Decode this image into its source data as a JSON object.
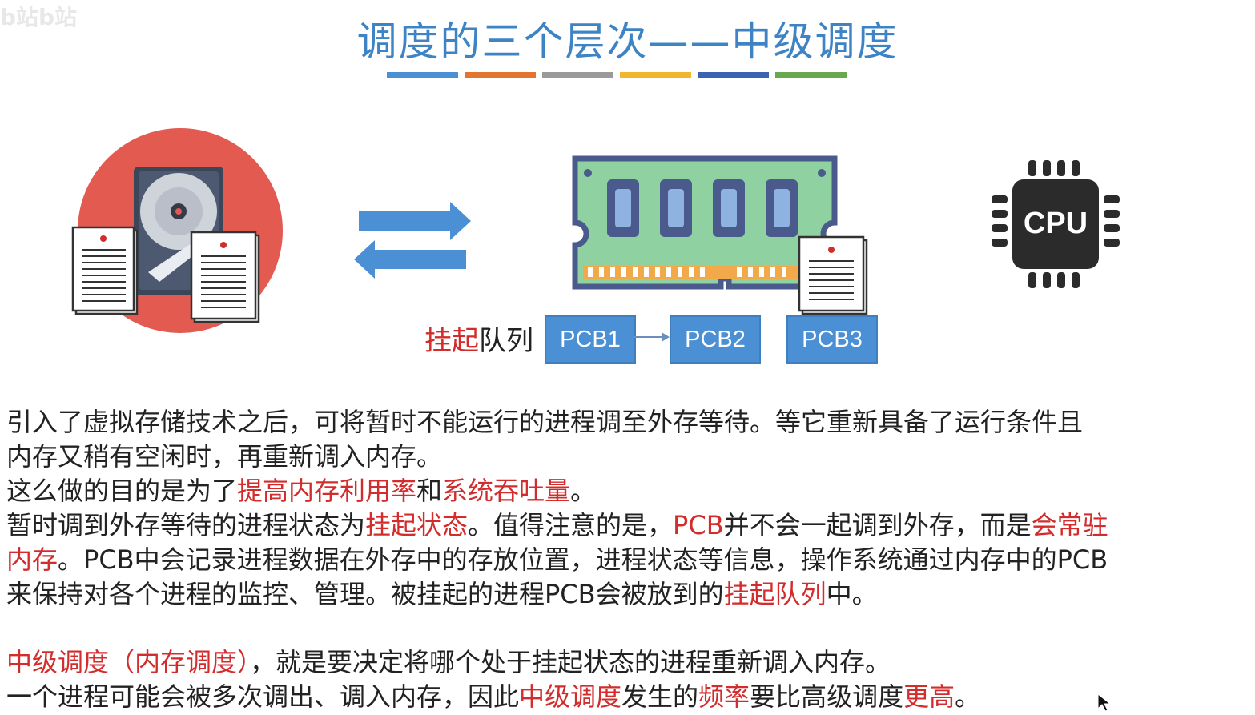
{
  "logo_text": "b站b站",
  "title": "调度的三个层次——中级调度",
  "title_bar_colors": [
    "#4b8fd4",
    "#e2762f",
    "#9a9a9a",
    "#f2b52c",
    "#3c63b3",
    "#6aa84f"
  ],
  "colors": {
    "accent_red": "#d22c2c",
    "title_blue": "#3e84c5",
    "pcb_blue": "#4b8fd4"
  },
  "illustration": {
    "left_icon": "hard-disk-icon",
    "arrows_icon": "swap-arrows-icon",
    "middle_icon": "memory-module-icon",
    "right_icon": "cpu-chip-icon",
    "cpu_label": "CPU",
    "queue_label_red": "挂起",
    "queue_label_rest": "队列",
    "pcbs": [
      "PCB1",
      "PCB2",
      "PCB3"
    ]
  },
  "paragraphs": {
    "p1_line1": "引入了虚拟存储技术之后，可将暂时不能运行的进程调至外存等待。等它重新具备了运行条件且",
    "p1_line2": "内存又稍有空闲时，再重新调入内存。",
    "p2": {
      "a": "这么做的目的是为了",
      "b_red": "提高内存利用率",
      "c": "和",
      "d_red": "系统吞吐量",
      "e": "。"
    },
    "p3_line1": {
      "a": "暂时调到外存等待的进程状态为",
      "b_red": "挂起状态",
      "c": "。值得注意的是，",
      "d_red": "PCB",
      "e": "并不会一起调到外存，而是",
      "f_red": "会常驻"
    },
    "p3_line2": {
      "a_red": "内存",
      "b": "。PCB中会记录进程数据在外存中的存放位置，进程状态等信息，操作系统通过内存中的PCB"
    },
    "p3_line3": {
      "a": "来保持对各个进程的监控、管理。被挂起的进程PCB会被放到的",
      "b_red": "挂起队列",
      "c": "中。"
    },
    "p4_line1": {
      "a_red": "中级调度（内存调度）",
      "b": "，就是要决定将哪个处于挂起状态的进程重新调入内存。"
    },
    "p4_line2": {
      "a": "一个进程可能会被多次调出、调入内存，因此",
      "b_red": "中级调度",
      "c": "发生的",
      "d_red": "频率",
      "e": "要比高级调度",
      "f_red": "更高",
      "g": "。"
    }
  }
}
